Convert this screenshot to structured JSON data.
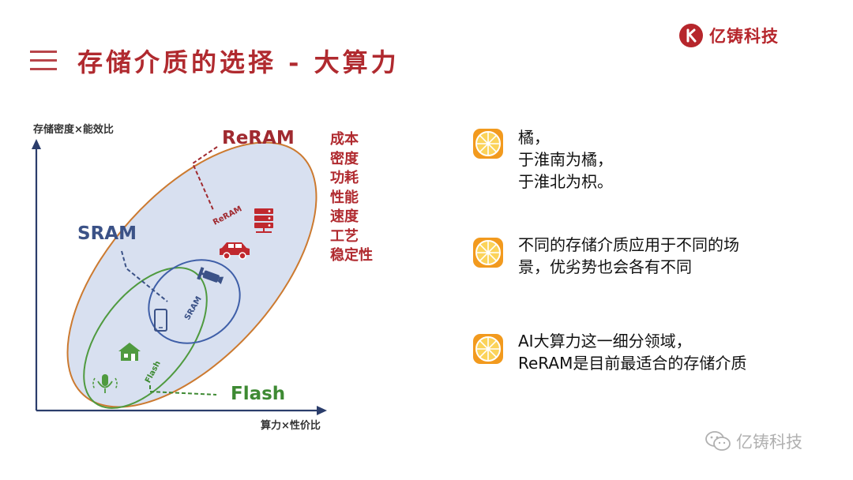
{
  "header": {
    "title": "存储介质的选择 - 大算力",
    "logo_text": "亿铸科技"
  },
  "diagram": {
    "y_axis_label": "存储密度×能效比",
    "x_axis_label": "算力×性价比",
    "labels": {
      "reram_big": "ReRAM",
      "sram_big": "SRAM",
      "flash_big": "Flash",
      "reram_small": "ReRAM",
      "sram_small": "SRAM",
      "flash_small": "Flash"
    },
    "attributes": [
      "成本",
      "密度",
      "功耗",
      "性能",
      "速度",
      "工艺",
      "稳定性"
    ],
    "colors": {
      "reram": "#a02a30",
      "sram": "#3b5287",
      "flash": "#3e8a33",
      "reram_ellipse": "#cc7a30",
      "sram_ellipse": "#3f5fa8",
      "flash_ellipse": "#4f9a3f"
    },
    "icons": [
      "server-icon",
      "car-icon",
      "camera-icon",
      "phone-icon",
      "house-icon",
      "microphone-icon"
    ]
  },
  "bullets": [
    {
      "text": "橘，\n于淮南为橘，\n于淮北为枳。"
    },
    {
      "text": "不同的存储介质应用于不同的场\n景，优劣势也会各有不同"
    },
    {
      "text": "AI大算力这一细分领域，\nReRAM是目前最适合的存储介质"
    }
  ],
  "watermark": {
    "text": "亿铸科技"
  }
}
